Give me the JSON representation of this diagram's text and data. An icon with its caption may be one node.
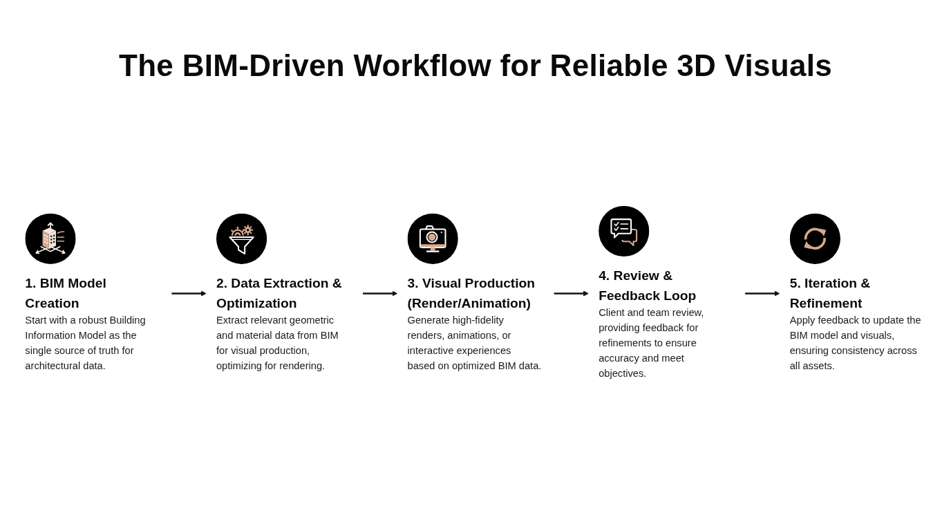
{
  "diagram": {
    "title": "The BIM-Driven Workflow for Reliable 3D Visuals",
    "nodes": [
      {
        "text": [
          "1. BIM Model Creation",
          "Start with a robust Building Information Model as the single source of truth for architectural data."
        ]
      },
      {
        "text": [
          "2. Data Extraction & Optimization",
          "Extract relevant geometric and material data from BIM for visual production, optimizing for rendering."
        ]
      },
      {
        "text": [
          "3. Visual Production (Render/Animation)",
          "Generate high-fidelity renders, animations, or interactive experiences based on optimized BIM data."
        ]
      },
      {
        "text": [
          "4. Review & Feedback Loop",
          "Client and team review, providing feedback for refinements to ensure accuracy and meet objectives."
        ]
      },
      {
        "text": [
          "5. Iteration & Refinement",
          "Apply feedback to update the BIM model and visuals, ensuring consistency across all assets."
        ]
      }
    ],
    "edges": [
      {
        "from": 0,
        "to": 1,
        "arrow": "to"
      },
      {
        "from": 1,
        "to": 2,
        "arrow": "to"
      },
      {
        "from": 2,
        "to": 3,
        "arrow": "to"
      },
      {
        "from": 3,
        "to": 4,
        "arrow": "to"
      }
    ]
  }
}
